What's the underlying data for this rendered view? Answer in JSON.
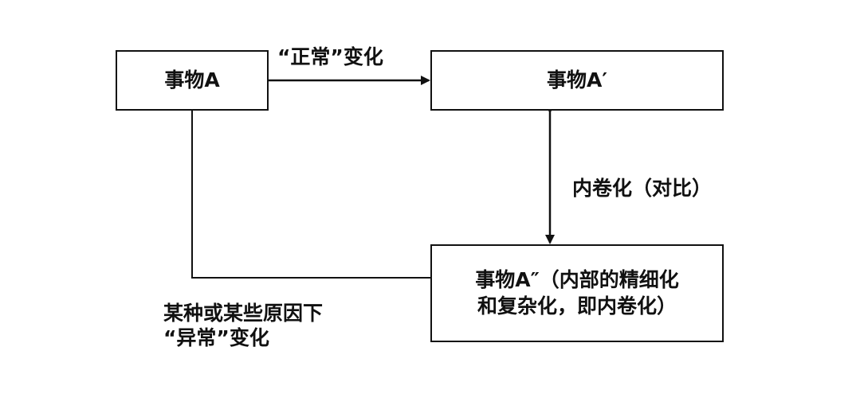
{
  "boxes": {
    "a": "事物A",
    "a_prime": "事物A′",
    "a_double_prime": "事物A″（内部的精细化\n和复杂化，即内卷化）"
  },
  "edge_labels": {
    "normal_change": "“正常”变化",
    "involution_compare": "内卷化（对比）",
    "abnormal_change": "某种或某些原因下\n“异常”变化"
  }
}
